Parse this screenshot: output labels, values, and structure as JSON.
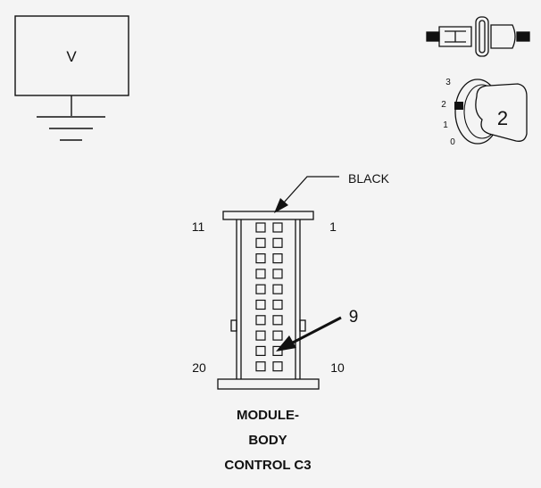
{
  "meter": {
    "label": "V"
  },
  "connector": {
    "color_label": "BLACK",
    "pin_top_left": "11",
    "pin_top_right": "1",
    "pin_bottom_left": "20",
    "pin_bottom_right": "10",
    "callout_pin": "9",
    "rows": 10,
    "columns": 2,
    "highlighted_pin": 9
  },
  "ignition": {
    "positions": [
      "3",
      "2",
      "1",
      "0"
    ],
    "selected": "2"
  },
  "caption": {
    "line1": "MODULE-",
    "line2": "BODY",
    "line3": "CONTROL C3"
  },
  "colors": {
    "stroke": "#111111",
    "background": "#f4f4f4"
  }
}
